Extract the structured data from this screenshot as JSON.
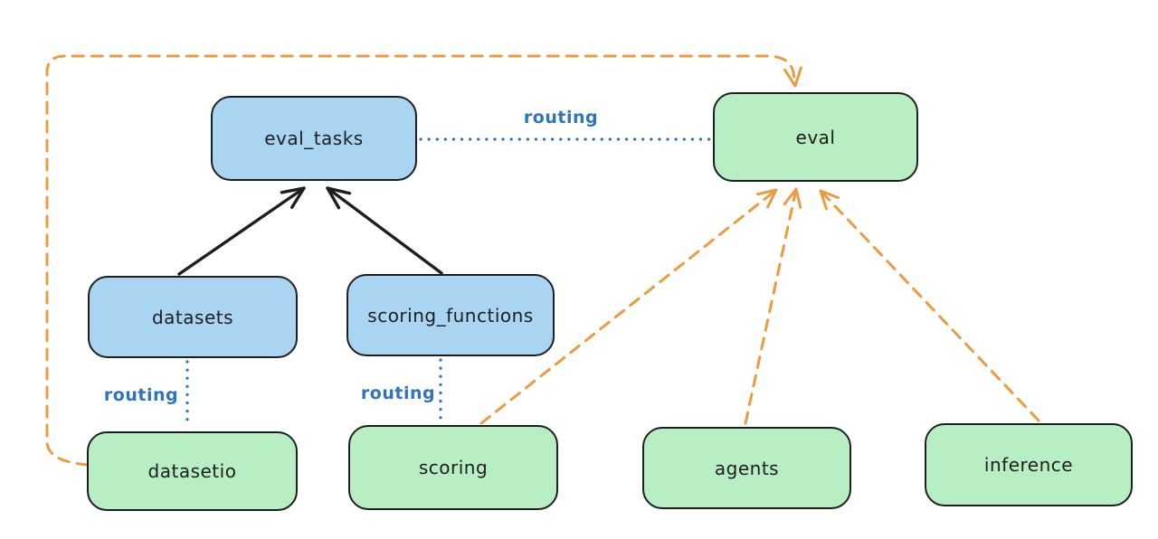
{
  "diagram": {
    "kind": "architecture-routing-diagram",
    "colors": {
      "registry_fill_blue": "#a9d4f2",
      "provider_fill_green": "#b7eec4",
      "node_stroke": "#1e1e1e",
      "routing_blue": "#2f74c0",
      "orange_dashed": "#ed9b40",
      "background": "#ffffff"
    },
    "nodes": {
      "eval_tasks": {
        "label": "eval_tasks",
        "fill": "blue"
      },
      "eval": {
        "label": "eval",
        "fill": "green"
      },
      "datasets": {
        "label": "datasets",
        "fill": "blue"
      },
      "scoring_functions": {
        "label": "scoring_functions",
        "fill": "blue"
      },
      "datasetio": {
        "label": "datasetio",
        "fill": "green"
      },
      "scoring": {
        "label": "scoring",
        "fill": "green"
      },
      "agents": {
        "label": "agents",
        "fill": "green"
      },
      "inference": {
        "label": "inference",
        "fill": "green"
      }
    },
    "edges": [
      {
        "from": "datasets",
        "to": "eval_tasks",
        "style": "solid-black-arrow",
        "label": ""
      },
      {
        "from": "scoring_functions",
        "to": "eval_tasks",
        "style": "solid-black-arrow",
        "label": ""
      },
      {
        "from": "eval_tasks",
        "to": "eval",
        "style": "dotted-blue",
        "label": "routing"
      },
      {
        "from": "datasets",
        "to": "datasetio",
        "style": "dotted-blue",
        "label": "routing"
      },
      {
        "from": "scoring_functions",
        "to": "scoring",
        "style": "dotted-blue",
        "label": "routing"
      },
      {
        "from": "datasetio",
        "to": "eval",
        "style": "dashed-orange-arrow",
        "label": ""
      },
      {
        "from": "scoring",
        "to": "eval",
        "style": "dashed-orange-arrow",
        "label": ""
      },
      {
        "from": "agents",
        "to": "eval",
        "style": "dashed-orange-arrow",
        "label": ""
      },
      {
        "from": "inference",
        "to": "eval",
        "style": "dashed-orange-arrow",
        "label": ""
      }
    ]
  }
}
